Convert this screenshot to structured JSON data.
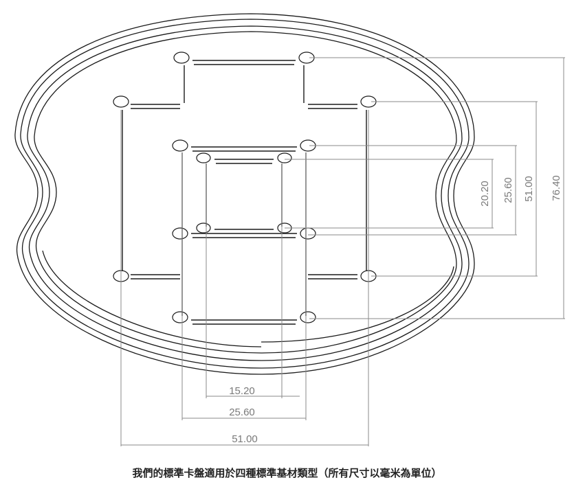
{
  "dimensions": {
    "horizontal": [
      "15.20",
      "25.60",
      "51.00"
    ],
    "vertical": [
      "20.20",
      "25.60",
      "51.00",
      "76.40"
    ]
  },
  "caption": "我們的標準卡盤適用於四種標準基材類型（所有尺寸以毫米為單位）",
  "colors": {
    "outline": "#1a1a1a",
    "dimension": "#8a8a8a"
  }
}
